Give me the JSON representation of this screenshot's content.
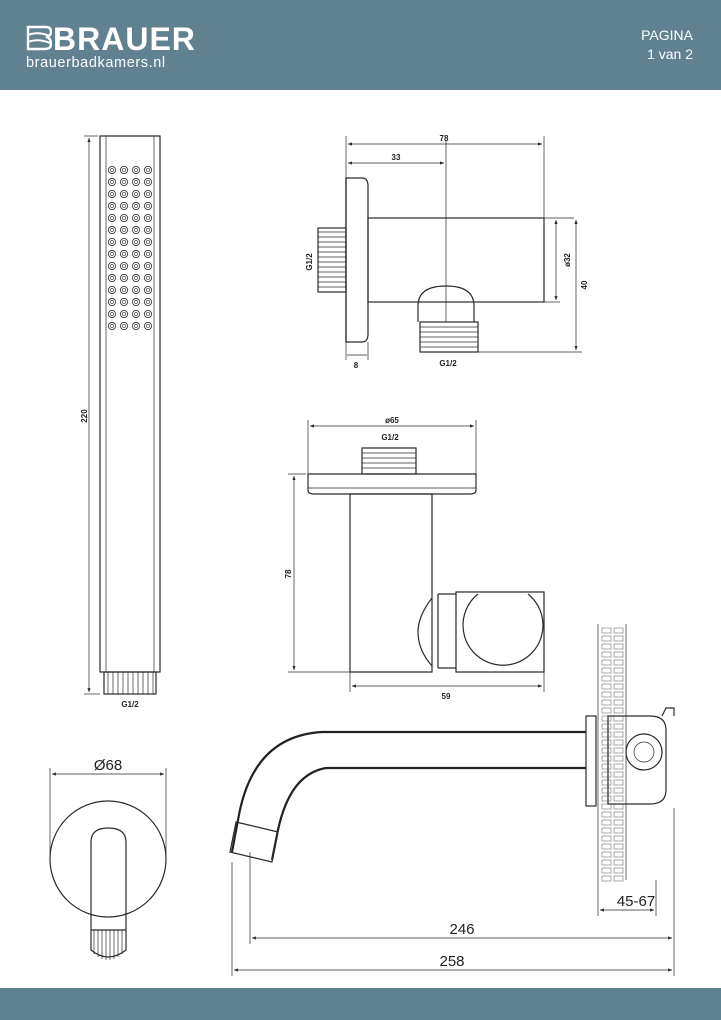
{
  "header": {
    "brand": "BRAUER",
    "website": "brauerbadkamers.nl",
    "page_label": "PAGINA",
    "page_number": "1 van 2"
  },
  "colors": {
    "header_bg": "#5f8190",
    "line": "#2a2a2a"
  },
  "hand_shower": {
    "length": "220",
    "thread": "G1/2"
  },
  "wall_outlet": {
    "total_width": "78",
    "outlet_offset": "33",
    "flange_thickness": "8",
    "body_diameter": "ø32",
    "total_height": "40",
    "thread_left": "G1/2",
    "thread_bottom": "G1/2"
  },
  "holder": {
    "rosette_diameter": "ø65",
    "thread": "G1/2",
    "height": "78",
    "depth": "59"
  },
  "spout_rosette": {
    "diameter": "Ø68"
  },
  "spout": {
    "wall_depth": "45-67",
    "spout_length": "246",
    "total_length": "258"
  }
}
